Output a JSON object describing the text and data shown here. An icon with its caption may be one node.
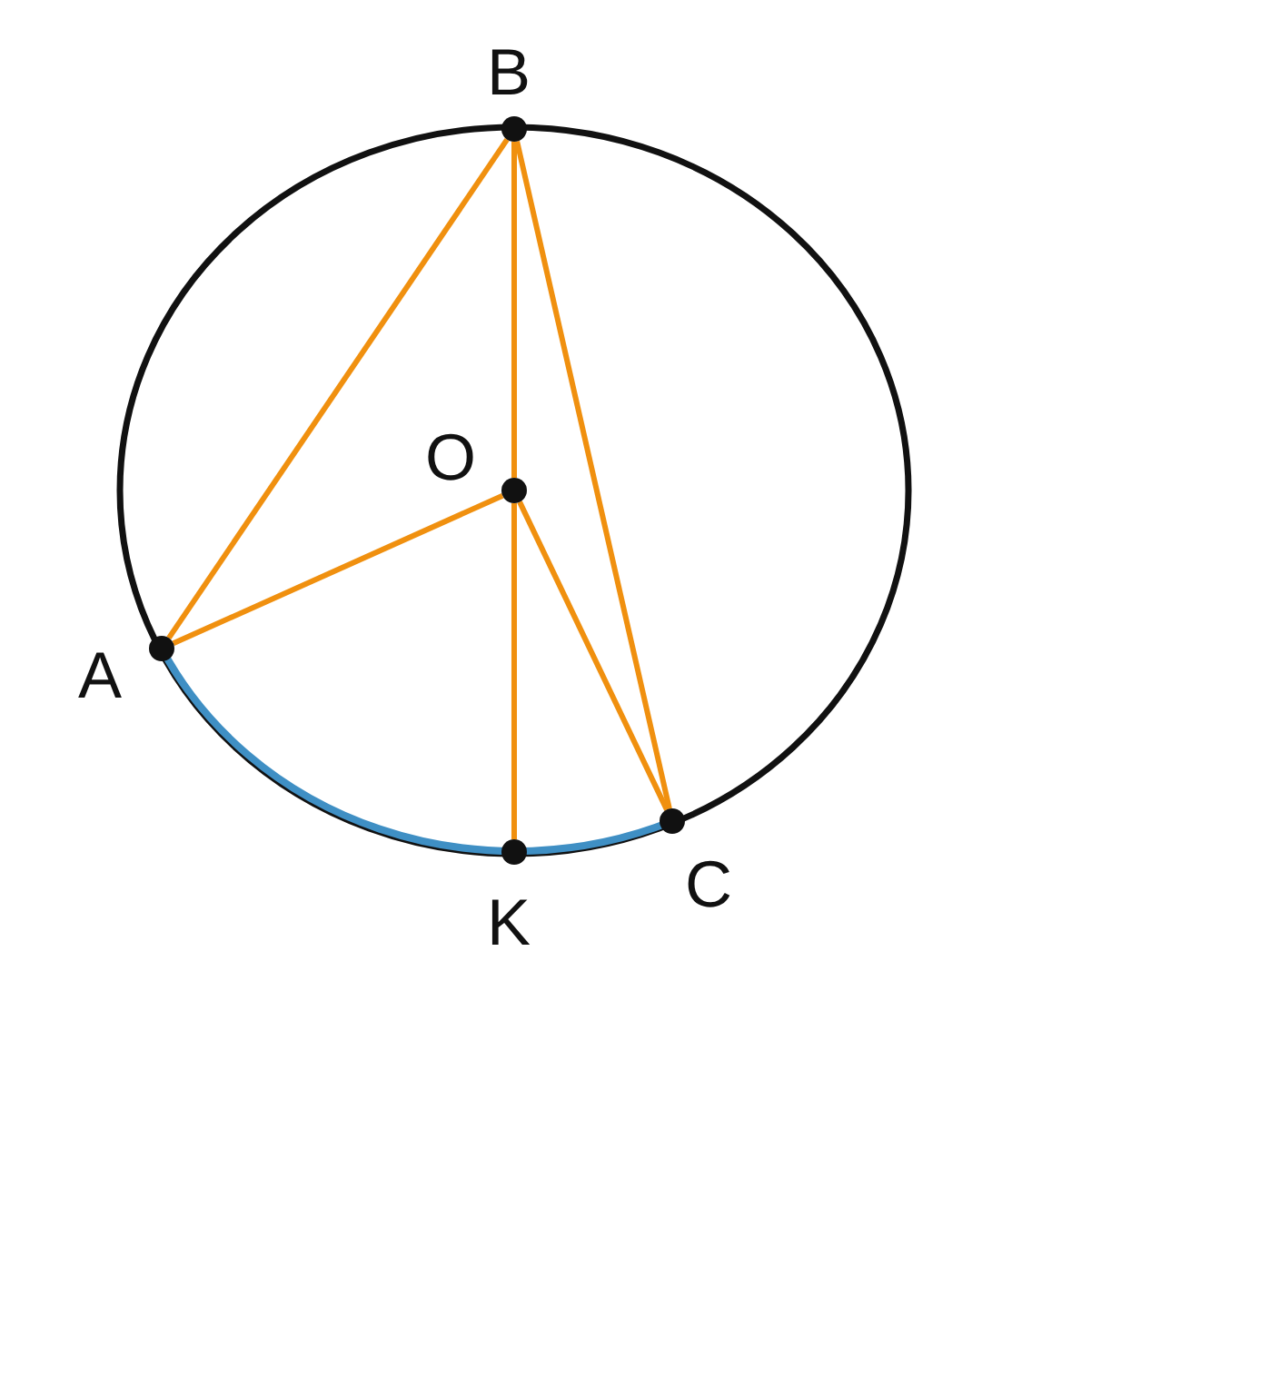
{
  "diagram": {
    "nodes": [
      {
        "text": [],
        "shape": "circle",
        "beside": [
          "B"
        ]
      },
      {
        "text": [],
        "shape": "circle",
        "beside": [
          "O"
        ]
      },
      {
        "text": [],
        "shape": "circle",
        "beside": [
          "A"
        ]
      },
      {
        "text": [],
        "shape": "circle",
        "beside": [
          "K"
        ]
      },
      {
        "text": [],
        "shape": "circle",
        "beside": [
          "C"
        ]
      }
    ],
    "edges": [
      {
        "from": 0,
        "to": 2,
        "arrow": "none"
      },
      {
        "from": 0,
        "to": 1,
        "arrow": "none"
      },
      {
        "from": 1,
        "to": 3,
        "arrow": "none"
      },
      {
        "from": 1,
        "to": 2,
        "arrow": "none"
      },
      {
        "from": 1,
        "to": 4,
        "arrow": "none"
      },
      {
        "from": 0,
        "to": 4,
        "arrow": "none"
      }
    ]
  }
}
